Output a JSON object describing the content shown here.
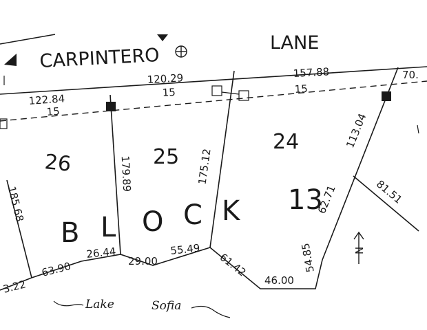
{
  "streets": {
    "carpintero": "CARPINTERO",
    "lane": "LANE"
  },
  "lake": {
    "word1": "Lake",
    "word2": "Sofia"
  },
  "block": {
    "letters": [
      "B",
      "L",
      "O",
      "C",
      "K"
    ],
    "number": "13"
  },
  "lots": {
    "lot26": "26",
    "lot25": "25",
    "lot24": "24"
  },
  "dimensions": {
    "d122_84": "122.84",
    "d120_29": "120.29",
    "d157_88": "157.88",
    "d70": "70.",
    "d15_a": "15",
    "d15_b": "15",
    "d15_c": "15",
    "d185_68": "185.68",
    "d179_89": "179.89",
    "d175_12": "175.12",
    "d113_04": "113.04",
    "d81_51": "81.51",
    "d62_71": "62.71",
    "d54_85": "54.85",
    "d63_90": "63.90",
    "d26_44": "26.44",
    "d29_00": "29.00",
    "d55_49": "55.49",
    "d61_42": "61.42",
    "d46_00": "46.00",
    "d3_22": "3.22"
  },
  "north_arrow": "N"
}
